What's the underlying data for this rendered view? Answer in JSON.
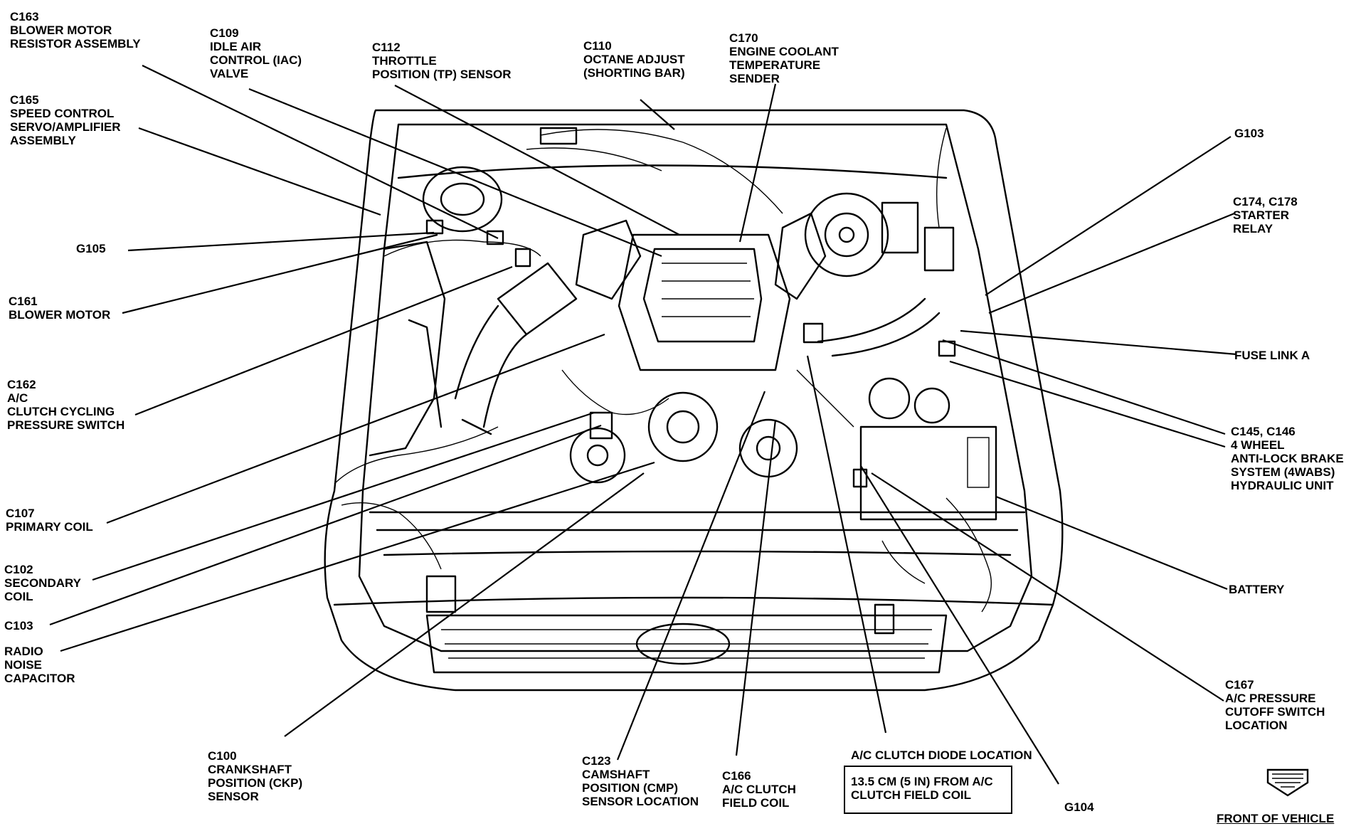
{
  "labels": {
    "c163": "C163\nBLOWER MOTOR\nRESISTOR ASSEMBLY",
    "c109": "C109\nIDLE AIR\nCONTROL (IAC)\nVALVE",
    "c112": "C112\nTHROTTLE\nPOSITION (TP) SENSOR",
    "c110": "C110\nOCTANE ADJUST\n(SHORTING BAR)",
    "c170": "C170\nENGINE COOLANT\nTEMPERATURE\nSENDER",
    "c165": "C165\nSPEED CONTROL\nSERVO/AMPLIFIER\nASSEMBLY",
    "g103": "G103",
    "c174_c178": "C174, C178\nSTARTER\nRELAY",
    "g105": "G105",
    "c161": "C161\nBLOWER MOTOR",
    "fuse_link_a": "FUSE LINK A",
    "c162": "C162\nA/C\nCLUTCH CYCLING\nPRESSURE SWITCH",
    "c145_c146": "C145, C146\n4 WHEEL\nANTI-LOCK BRAKE\nSYSTEM (4WABS)\nHYDRAULIC UNIT",
    "c107": "C107\nPRIMARY COIL",
    "c102": "C102\nSECONDARY\nCOIL",
    "battery": "BATTERY",
    "c103": "C103",
    "radio_noise_capacitor": "RADIO\nNOISE\nCAPACITOR",
    "c167": "C167\nA/C PRESSURE\nCUTOFF SWITCH\nLOCATION",
    "c100": "C100\nCRANKSHAFT\nPOSITION (CKP)\nSENSOR",
    "c123": "C123\nCAMSHAFT\nPOSITION (CMP)\nSENSOR LOCATION",
    "c166": "C166\nA/C CLUTCH\nFIELD COIL",
    "ac_clutch_diode_location": "A/C CLUTCH DIODE LOCATION",
    "ac_clutch_diode_note": "13.5 CM (5 IN) FROM A/C\nCLUTCH FIELD COIL",
    "g104": "G104",
    "front_of_vehicle": "FRONT OF VEHICLE"
  }
}
